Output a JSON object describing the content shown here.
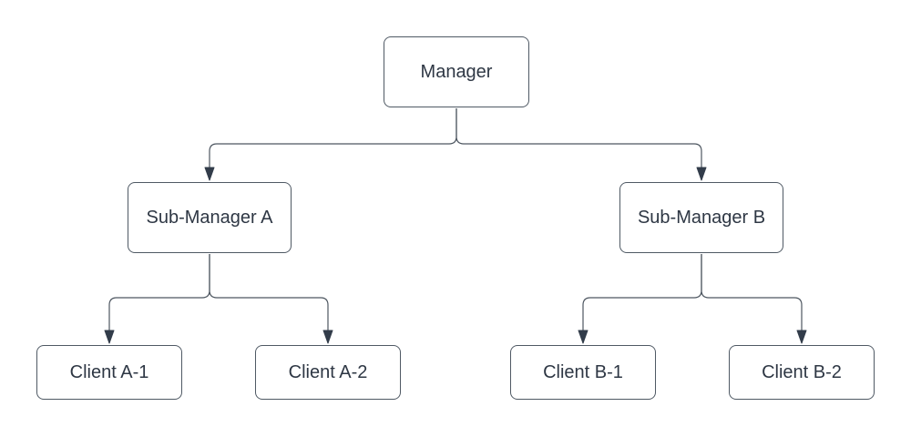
{
  "diagram": {
    "type": "org-chart",
    "background": "#ffffff",
    "colors": {
      "node_fill": "#ffffff",
      "node_border": "#4f5964",
      "connector": "#4d5660",
      "arrowhead": "#323c4a",
      "text": "#2e3744"
    },
    "nodes": {
      "manager": {
        "label": "Manager"
      },
      "sub_manager_a": {
        "label": "Sub-Manager A"
      },
      "sub_manager_b": {
        "label": "Sub-Manager B"
      },
      "client_a1": {
        "label": "Client A-1"
      },
      "client_a2": {
        "label": "Client A-2"
      },
      "client_b1": {
        "label": "Client B-1"
      },
      "client_b2": {
        "label": "Client B-2"
      }
    },
    "edges": [
      {
        "from": "manager",
        "to": "sub_manager_a"
      },
      {
        "from": "manager",
        "to": "sub_manager_b"
      },
      {
        "from": "sub_manager_a",
        "to": "client_a1"
      },
      {
        "from": "sub_manager_a",
        "to": "client_a2"
      },
      {
        "from": "sub_manager_b",
        "to": "client_b1"
      },
      {
        "from": "sub_manager_b",
        "to": "client_b2"
      }
    ]
  }
}
